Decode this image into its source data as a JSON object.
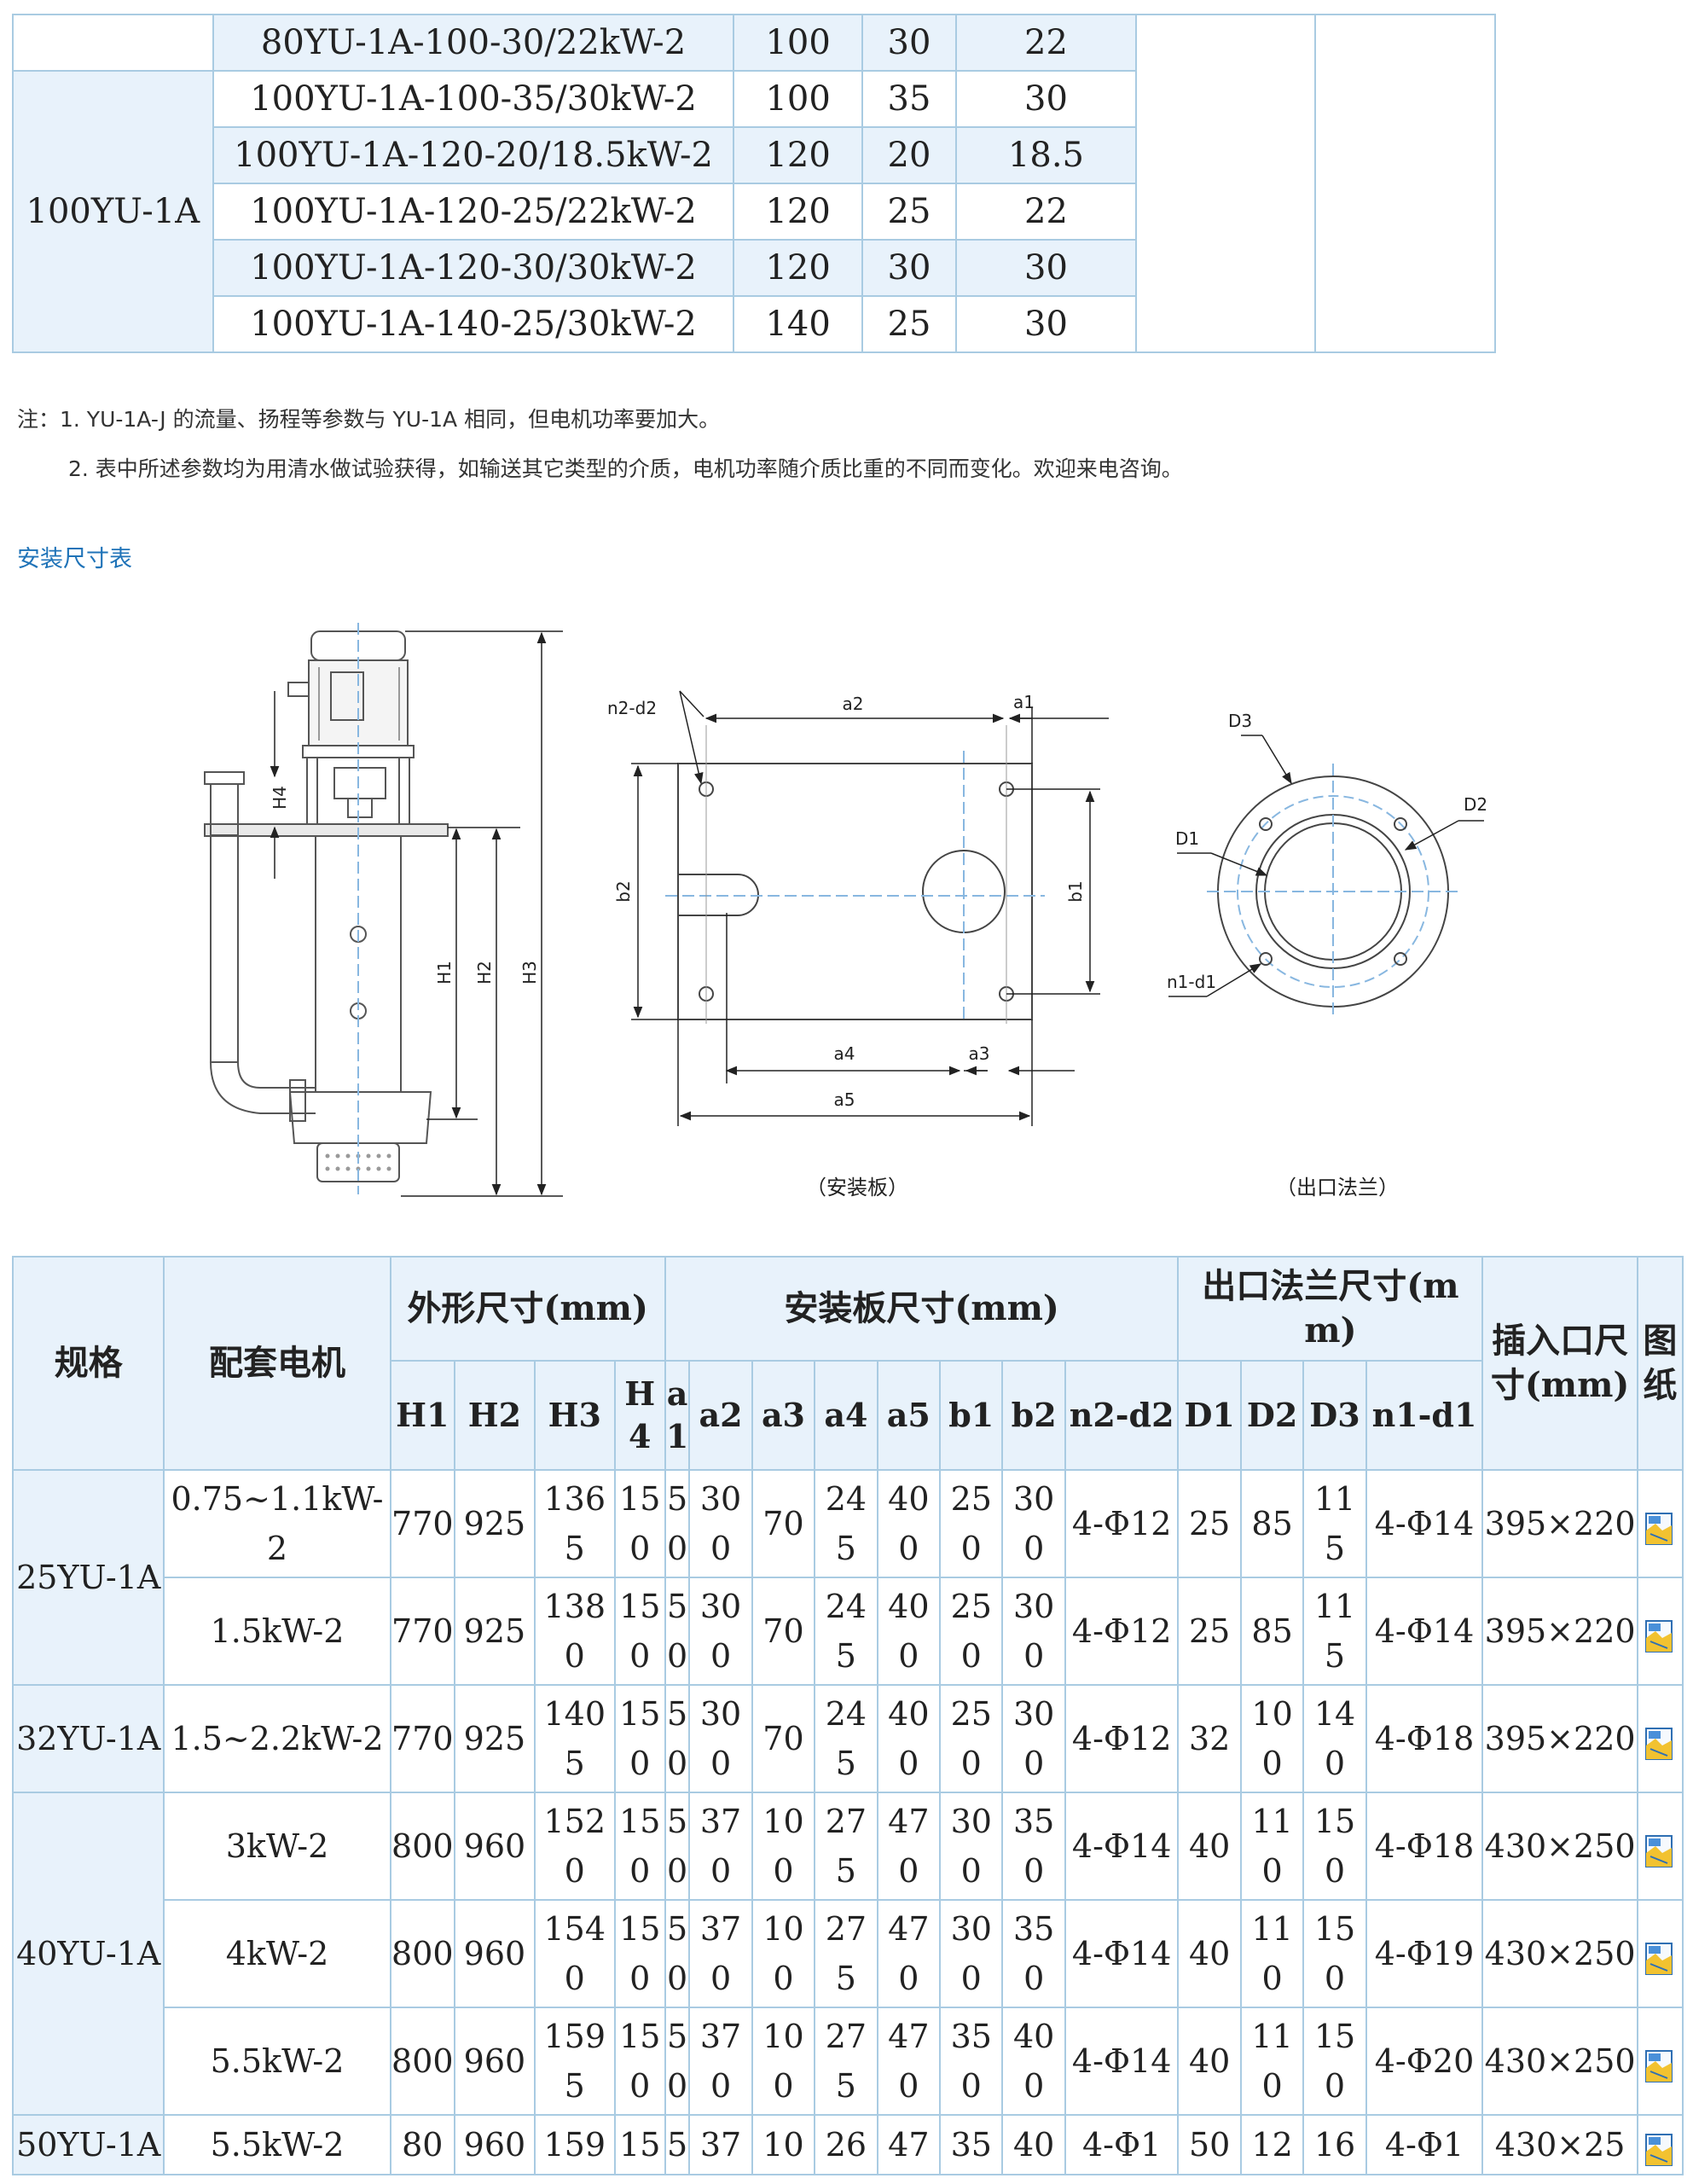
{
  "perf_table": {
    "rows": [
      {
        "spec": "",
        "model": "80YU-1A-100-30/22kW-2",
        "flow": "100",
        "head": "30",
        "power": "22"
      },
      {
        "spec": "100YU-1A",
        "model": "100YU-1A-100-35/30kW-2",
        "flow": "100",
        "head": "35",
        "power": "30"
      },
      {
        "spec": "",
        "model": "100YU-1A-120-20/18.5kW-2",
        "flow": "120",
        "head": "20",
        "power": "18.5"
      },
      {
        "spec": "",
        "model": "100YU-1A-120-25/22kW-2",
        "flow": "120",
        "head": "25",
        "power": "22"
      },
      {
        "spec": "",
        "model": "100YU-1A-120-30/30kW-2",
        "flow": "120",
        "head": "30",
        "power": "30"
      },
      {
        "spec": "",
        "model": "100YU-1A-140-25/30kW-2",
        "flow": "140",
        "head": "25",
        "power": "30"
      }
    ]
  },
  "notes": {
    "line1": "注：1. YU-1A-J 的流量、扬程等参数与 YU-1A 相同，但电机功率要加大。",
    "line2": "2. 表中所述参数均为用清水做试验获得，如输送其它类型的介质，电机功率随介质比重的不同而变化。欢迎来电咨询。"
  },
  "section_title": "安装尺寸表",
  "diagram": {
    "pump_labels": {
      "h1": "H1",
      "h2": "H2",
      "h3": "H3",
      "h4": "H4"
    },
    "plate_labels": {
      "n2d2": "n2-d2",
      "a1": "a1",
      "a2": "a2",
      "a3": "a3",
      "a4": "a4",
      "a5": "a5",
      "b1": "b1",
      "b2": "b2",
      "caption": "（安装板）"
    },
    "flange_labels": {
      "d1": "D1",
      "d2": "D2",
      "d3": "D3",
      "n1d1": "n1-d1",
      "caption": "（出口法兰）"
    }
  },
  "dim_table": {
    "headers": {
      "spec": "规格",
      "motor": "配套电机",
      "outline": "外形尺寸(mm)",
      "plate": "安装板尺寸(mm)",
      "flange": "出口法兰尺寸(mm)",
      "insert": "插入口尺寸(mm)",
      "drawing": "图纸"
    },
    "sub_headers": [
      "H1",
      "H2",
      "H3",
      "H4",
      "a1",
      "a2",
      "a3",
      "a4",
      "a5",
      "b1",
      "b2",
      "n2-d2",
      "D1",
      "D2",
      "D3",
      "n1-d1"
    ],
    "rows": [
      {
        "spec": "25YU-1A",
        "motor": "0.75~1.1kW-2",
        "vals": [
          "770",
          "925",
          "1365",
          "150",
          "50",
          "300",
          "70",
          "245",
          "400",
          "250",
          "300",
          "4-Φ12",
          "25",
          "85",
          "115",
          "4-Φ14"
        ],
        "insert": "395×220"
      },
      {
        "spec": "",
        "motor": "1.5kW-2",
        "vals": [
          "770",
          "925",
          "1380",
          "150",
          "50",
          "300",
          "70",
          "245",
          "400",
          "250",
          "300",
          "4-Φ12",
          "25",
          "85",
          "115",
          "4-Φ14"
        ],
        "insert": "395×220"
      },
      {
        "spec": "32YU-1A",
        "motor": "1.5~2.2kW-2",
        "vals": [
          "770",
          "925",
          "1405",
          "150",
          "50",
          "300",
          "70",
          "245",
          "400",
          "250",
          "300",
          "4-Φ12",
          "32",
          "100",
          "140",
          "4-Φ18"
        ],
        "insert": "395×220"
      },
      {
        "spec": "40YU-1A",
        "motor": "3kW-2",
        "vals": [
          "800",
          "960",
          "1520",
          "150",
          "50",
          "370",
          "100",
          "275",
          "470",
          "300",
          "350",
          "4-Φ14",
          "40",
          "110",
          "150",
          "4-Φ18"
        ],
        "insert": "430×250"
      },
      {
        "spec": "",
        "motor": "4kW-2",
        "vals": [
          "800",
          "960",
          "1540",
          "150",
          "50",
          "370",
          "100",
          "275",
          "470",
          "300",
          "350",
          "4-Φ14",
          "40",
          "110",
          "150",
          "4-Φ19"
        ],
        "insert": "430×250"
      },
      {
        "spec": "",
        "motor": "5.5kW-2",
        "vals": [
          "800",
          "960",
          "1595",
          "150",
          "50",
          "370",
          "100",
          "275",
          "470",
          "350",
          "400",
          "4-Φ14",
          "40",
          "110",
          "150",
          "4-Φ20"
        ],
        "insert": "430×250"
      },
      {
        "spec": "50YU-1A",
        "motor": "5.5kW-2",
        "vals": [
          "80",
          "960",
          "159",
          "15",
          "5",
          "37",
          "10",
          "26",
          "47",
          "35",
          "40",
          "4-Φ1",
          "50",
          "12",
          "16",
          "4-Φ1"
        ],
        "insert": "430×25"
      }
    ]
  },
  "colors": {
    "border": "#a9cbe2",
    "header_bg": "#e8f2fb",
    "title": "#1f73b8"
  },
  "icons": {
    "drawing": "drawing-file-icon"
  }
}
